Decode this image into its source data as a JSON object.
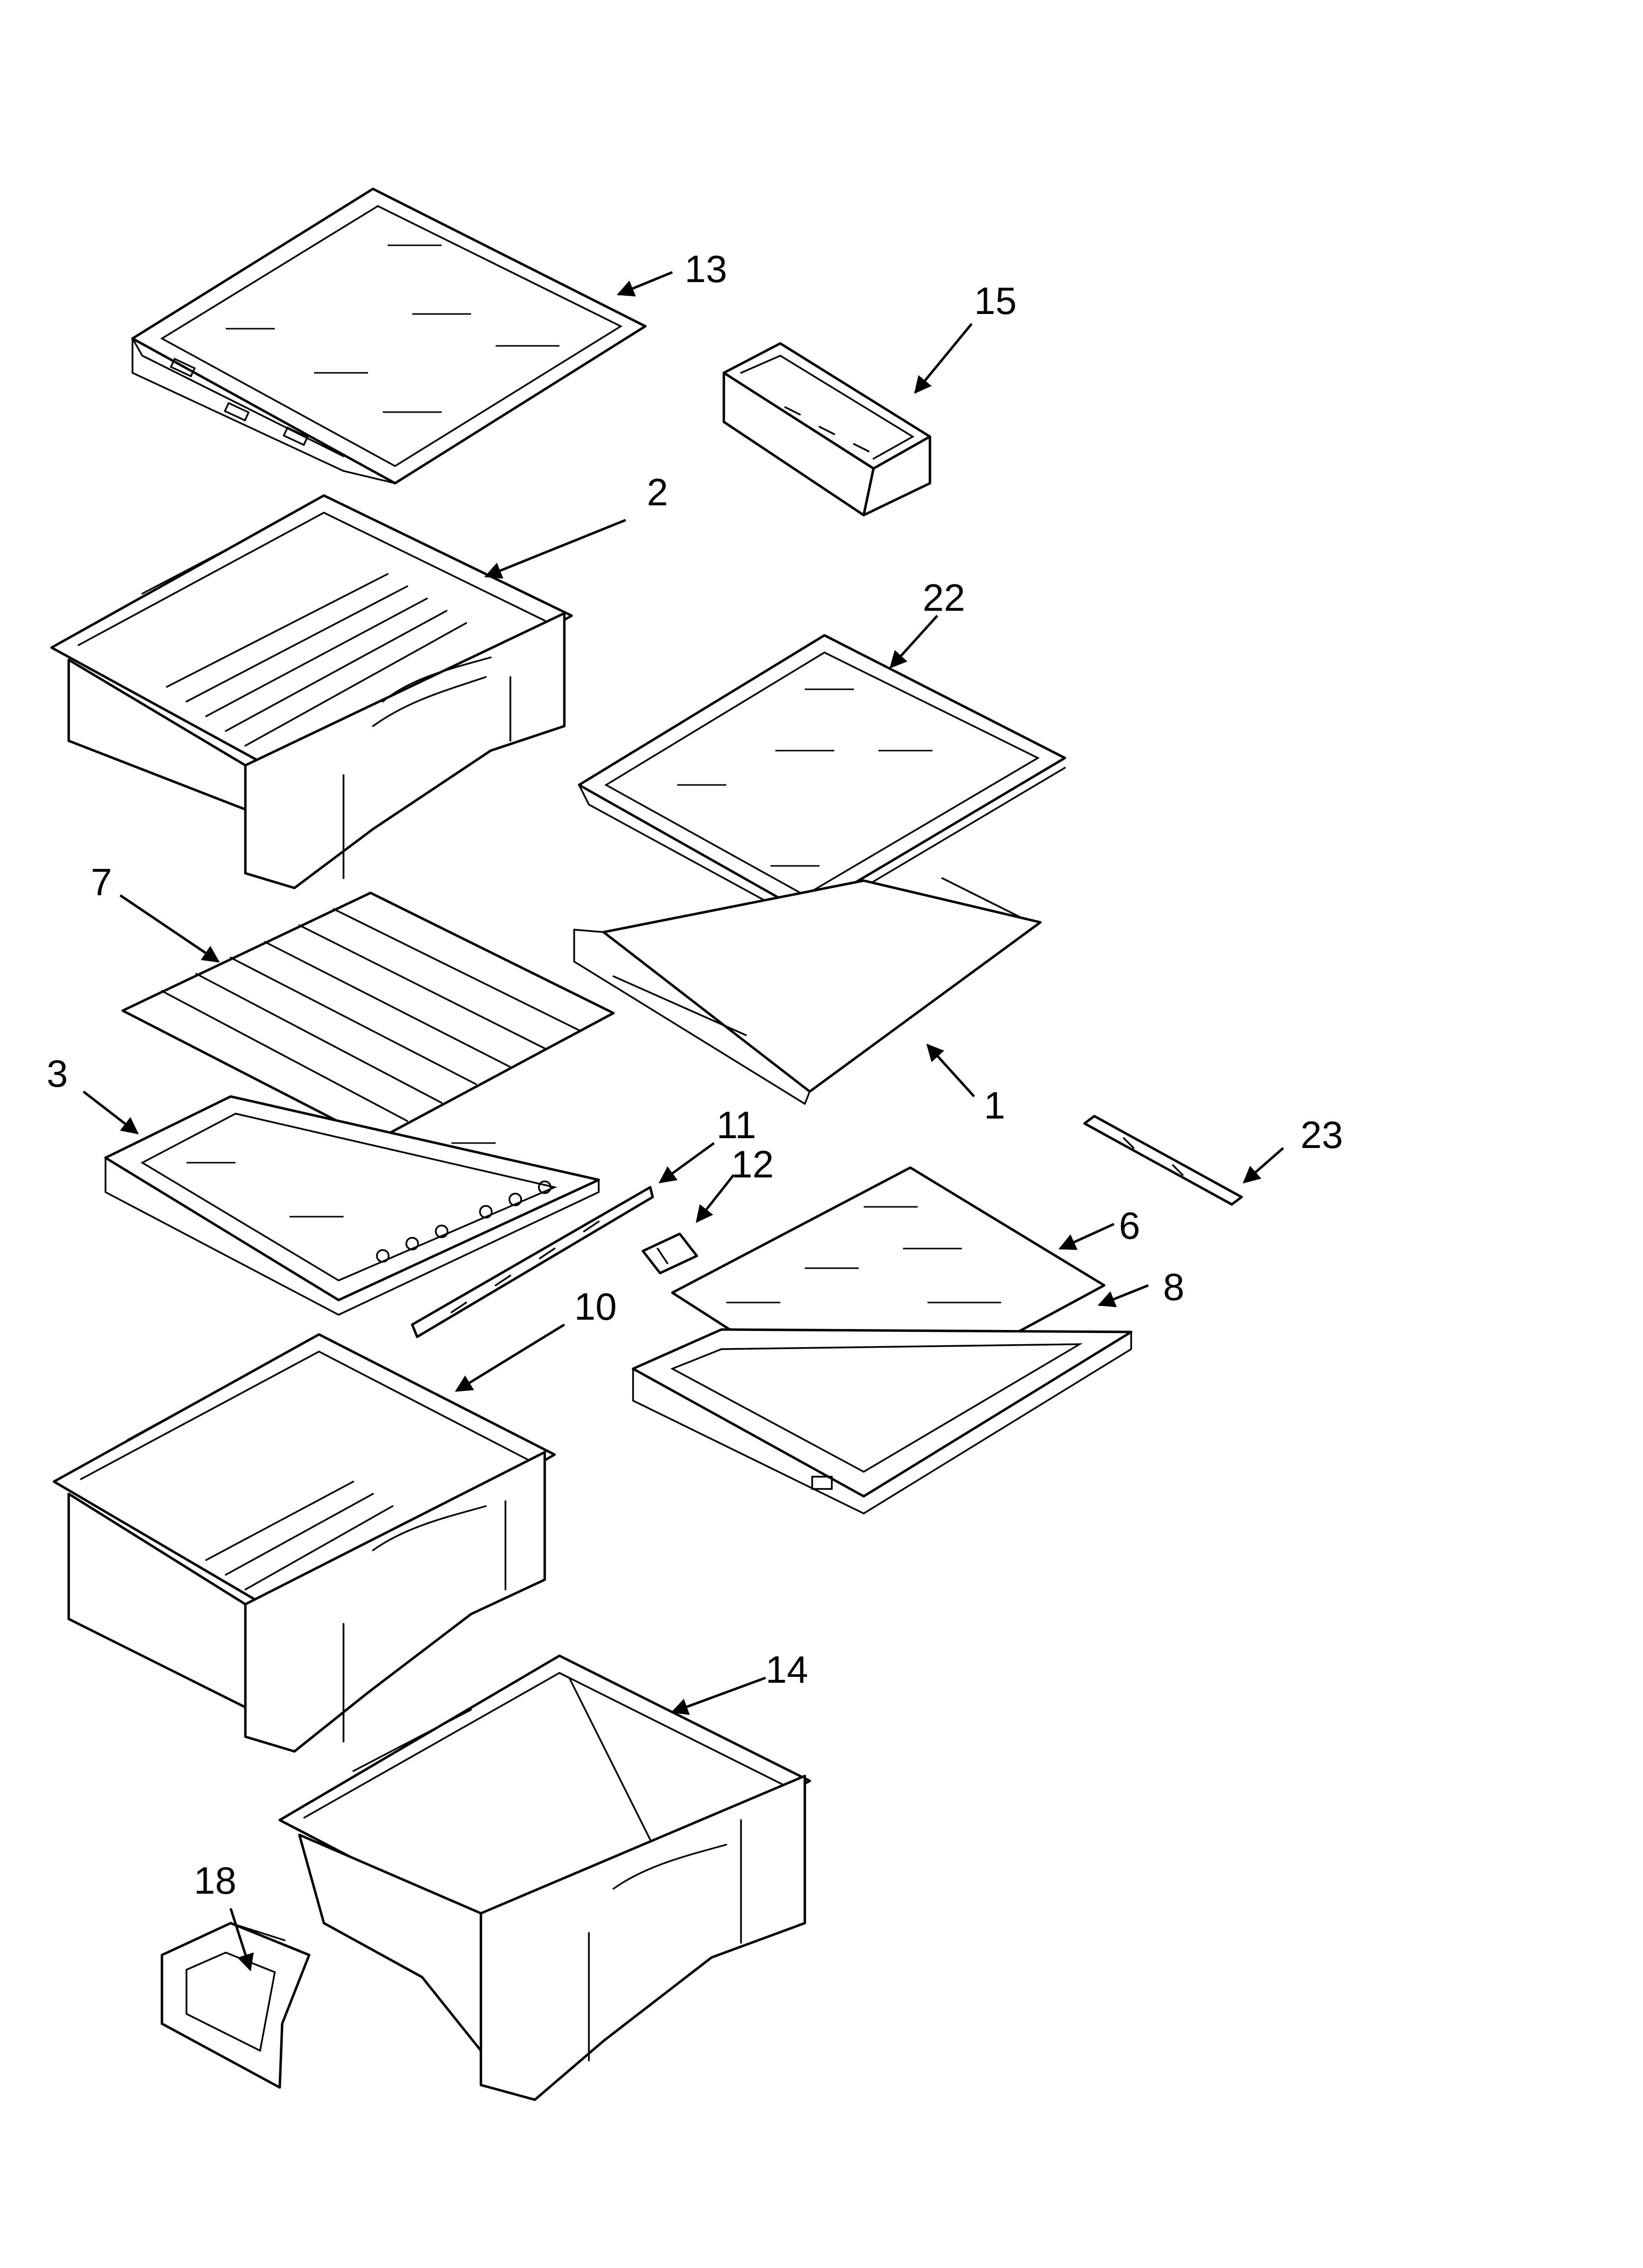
{
  "diagram": {
    "colors": {
      "line": "#000000",
      "background": "#ffffff"
    },
    "callouts": {
      "p1": "1",
      "p2": "2",
      "p3": "3",
      "p6": "6",
      "p7": "7",
      "p8": "8",
      "p10": "10",
      "p11": "11",
      "p12": "12",
      "p13": "13",
      "p14": "14",
      "p15": "15",
      "p18": "18",
      "p22": "22",
      "p23": "23"
    }
  }
}
